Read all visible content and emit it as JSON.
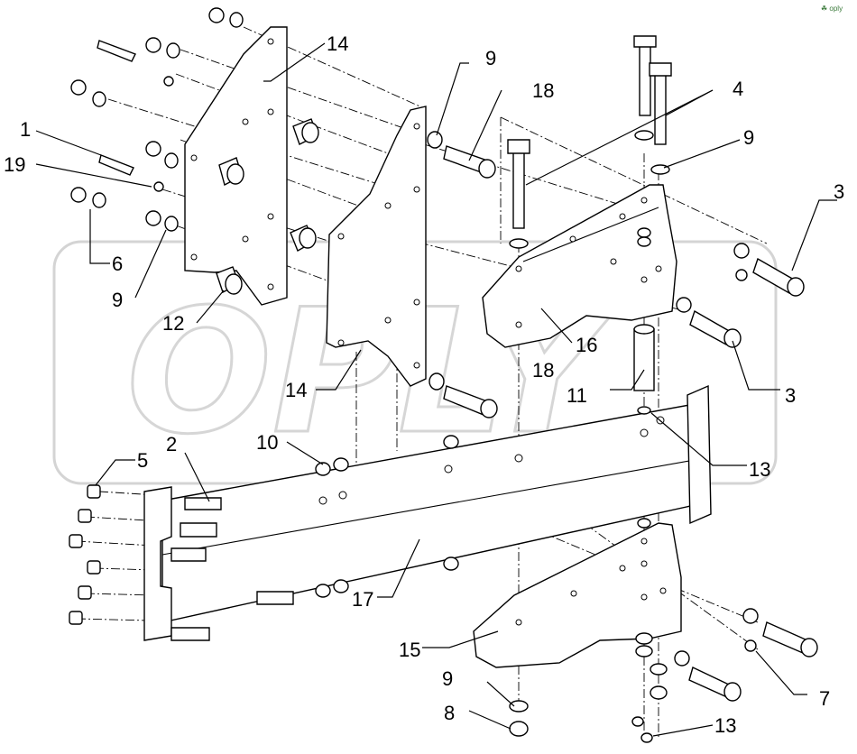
{
  "watermark": {
    "text": "OPLY"
  },
  "corner_mark": "☘ oply",
  "callouts": [
    {
      "id": "c1",
      "text": "1"
    },
    {
      "id": "c19",
      "text": "19"
    },
    {
      "id": "c6",
      "text": "6"
    },
    {
      "id": "c9a",
      "text": "9"
    },
    {
      "id": "c12",
      "text": "12"
    },
    {
      "id": "c14a",
      "text": "14"
    },
    {
      "id": "c14b",
      "text": "14"
    },
    {
      "id": "c9b",
      "text": "9"
    },
    {
      "id": "c18a",
      "text": "18"
    },
    {
      "id": "c18b",
      "text": "18"
    },
    {
      "id": "c4",
      "text": "4"
    },
    {
      "id": "c9c",
      "text": "9"
    },
    {
      "id": "c3a",
      "text": "3"
    },
    {
      "id": "c3b",
      "text": "3"
    },
    {
      "id": "c16",
      "text": "16"
    },
    {
      "id": "c11",
      "text": "11"
    },
    {
      "id": "c13a",
      "text": "13"
    },
    {
      "id": "c10",
      "text": "10"
    },
    {
      "id": "c5",
      "text": "5"
    },
    {
      "id": "c2",
      "text": "2"
    },
    {
      "id": "c17",
      "text": "17"
    },
    {
      "id": "c15",
      "text": "15"
    },
    {
      "id": "c9d",
      "text": "9"
    },
    {
      "id": "c8",
      "text": "8"
    },
    {
      "id": "c7",
      "text": "7"
    },
    {
      "id": "c13b",
      "text": "13"
    }
  ]
}
